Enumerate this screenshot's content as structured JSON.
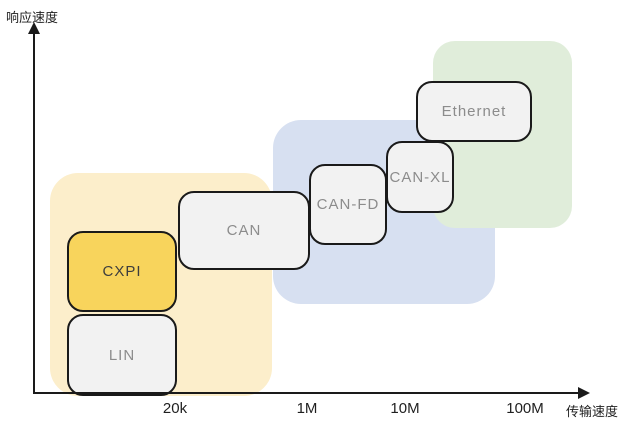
{
  "axes": {
    "y_axis_label": "响应速度",
    "x_axis_label": "传输速度",
    "x_ticks": [
      "20k",
      "1M",
      "10M",
      "100M"
    ]
  },
  "nodes": [
    {
      "label": "LIN",
      "fill": "#F2F2F2"
    },
    {
      "label": "CXPI",
      "fill": "#F8D45C",
      "highlighted": true
    },
    {
      "label": "CAN",
      "fill": "#F2F2F2"
    },
    {
      "label": "CAN-FD",
      "fill": "#F2F2F2"
    },
    {
      "label": "CAN-XL",
      "fill": "#F2F2F2"
    },
    {
      "label": "Ethernet",
      "fill": "#F2F2F2"
    }
  ],
  "colors": {
    "group_yellow_bg": "#FCEECB",
    "group_blue_bg": "#D7E0F1",
    "group_green_bg": "#E0EDDA",
    "node_fill": "#F2F2F2",
    "node_border": "#1a1a1a",
    "node_label": "#8c8c8c",
    "cxpi_fill": "#F8D45C",
    "cxpi_label": "#3d3d3d",
    "axis": "#1a1a1a"
  },
  "chart_data": {
    "type": "scatter",
    "title": "",
    "xlabel": "传输速度",
    "ylabel": "响应速度",
    "x_tick_labels": [
      "20k",
      "1M",
      "10M",
      "100M"
    ],
    "x_scale": "logarithmic bit-rate (bit/s)",
    "y_scale": "qualitative, higher = faster response",
    "grid": false,
    "legend": false,
    "points": [
      {
        "name": "LIN",
        "transmission_speed": "≤ 20k",
        "response_speed_rank": 1,
        "group": "yellow",
        "highlighted": false
      },
      {
        "name": "CXPI",
        "transmission_speed": "≤ 20k",
        "response_speed_rank": 2,
        "group": "yellow",
        "highlighted": true
      },
      {
        "name": "CAN",
        "transmission_speed": "20k – 1M",
        "response_speed_rank": 3,
        "group": "yellow",
        "highlighted": false
      },
      {
        "name": "CAN-FD",
        "transmission_speed": "1M – 10M",
        "response_speed_rank": 4,
        "group": "blue",
        "highlighted": false
      },
      {
        "name": "CAN-XL",
        "transmission_speed": "≈ 10M",
        "response_speed_rank": 5,
        "group": "blue",
        "highlighted": false
      },
      {
        "name": "Ethernet",
        "transmission_speed": "10M – 100M",
        "response_speed_rank": 6,
        "group": "green",
        "highlighted": false
      }
    ],
    "group_regions": [
      {
        "id": "yellow",
        "color": "#FCEECB",
        "x_span": "< 1M",
        "members": [
          "LIN",
          "CXPI",
          "CAN"
        ]
      },
      {
        "id": "blue",
        "color": "#D7E0F1",
        "x_span": "1M – 100M",
        "members": [
          "CAN-FD",
          "CAN-XL"
        ]
      },
      {
        "id": "green",
        "color": "#E0EDDA",
        "x_span": "10M – >100M",
        "members": [
          "Ethernet"
        ]
      }
    ]
  }
}
